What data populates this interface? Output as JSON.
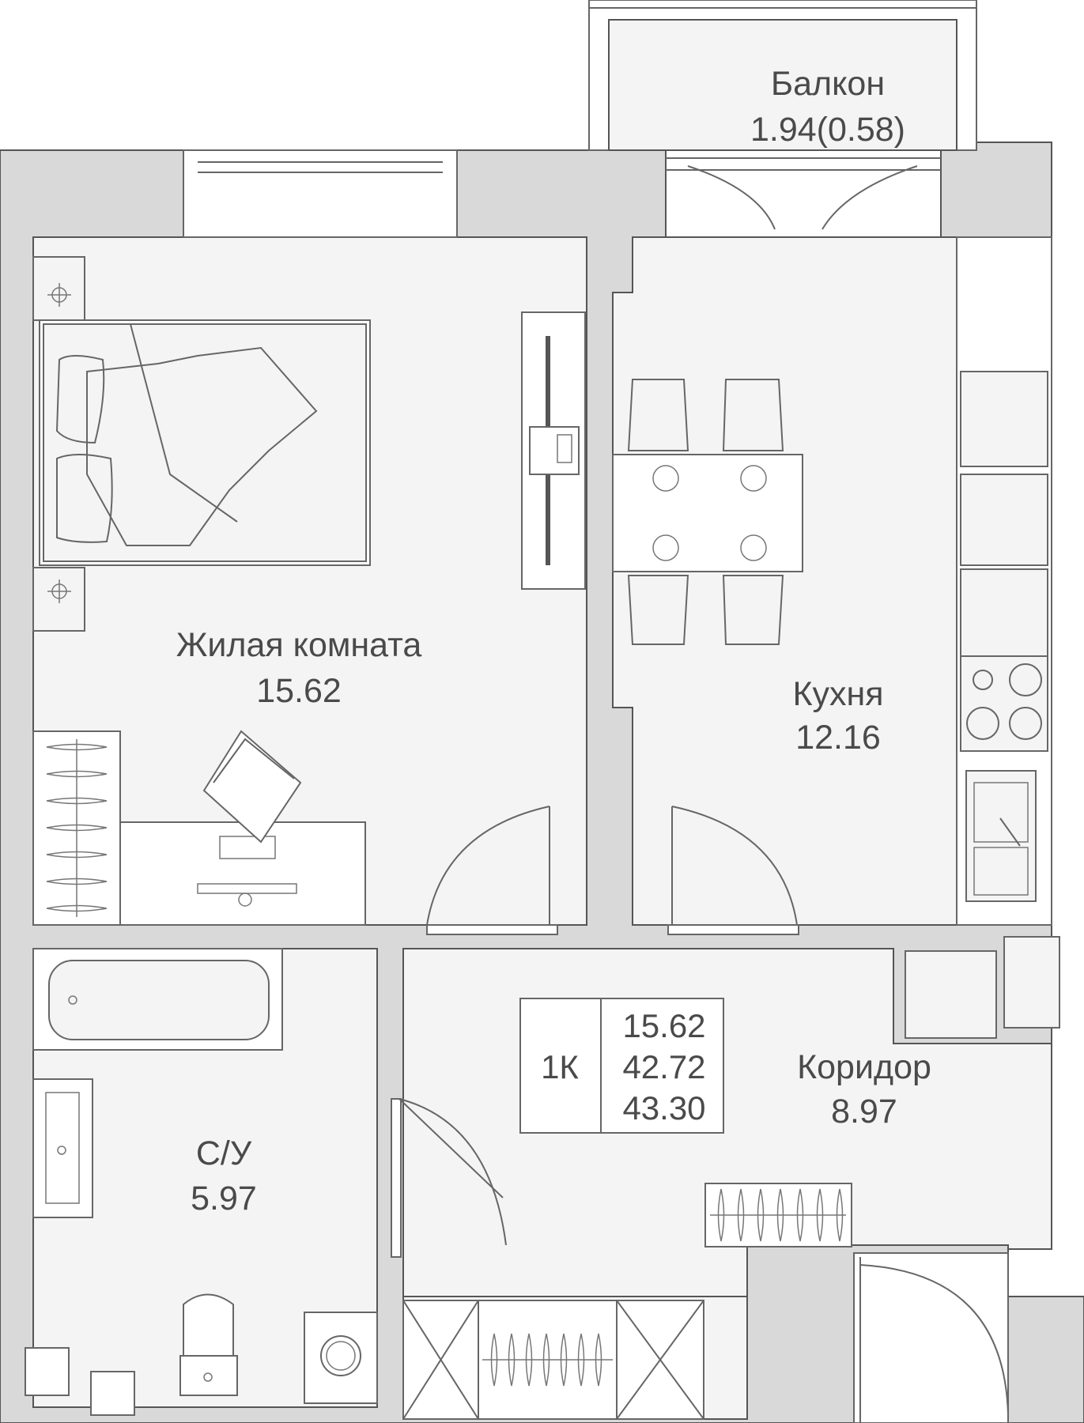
{
  "rooms": {
    "balcony": {
      "name": "Балкон",
      "area": "1.94(0.58)"
    },
    "living": {
      "name": "Жилая комната",
      "area": "15.62"
    },
    "kitchen": {
      "name": "Кухня",
      "area": "12.16"
    },
    "corridor": {
      "name": "Коридор",
      "area": "8.97"
    },
    "bathroom": {
      "name": "С/У",
      "area": "5.97"
    }
  },
  "summary": {
    "type": "1К",
    "living_area": "15.62",
    "total_area": "42.72",
    "total_with_balcony": "43.30"
  },
  "colors": {
    "wall": "#d9d9d9",
    "floor": "#f4f4f4",
    "line": "#555555",
    "text": "#4a4a4a"
  }
}
